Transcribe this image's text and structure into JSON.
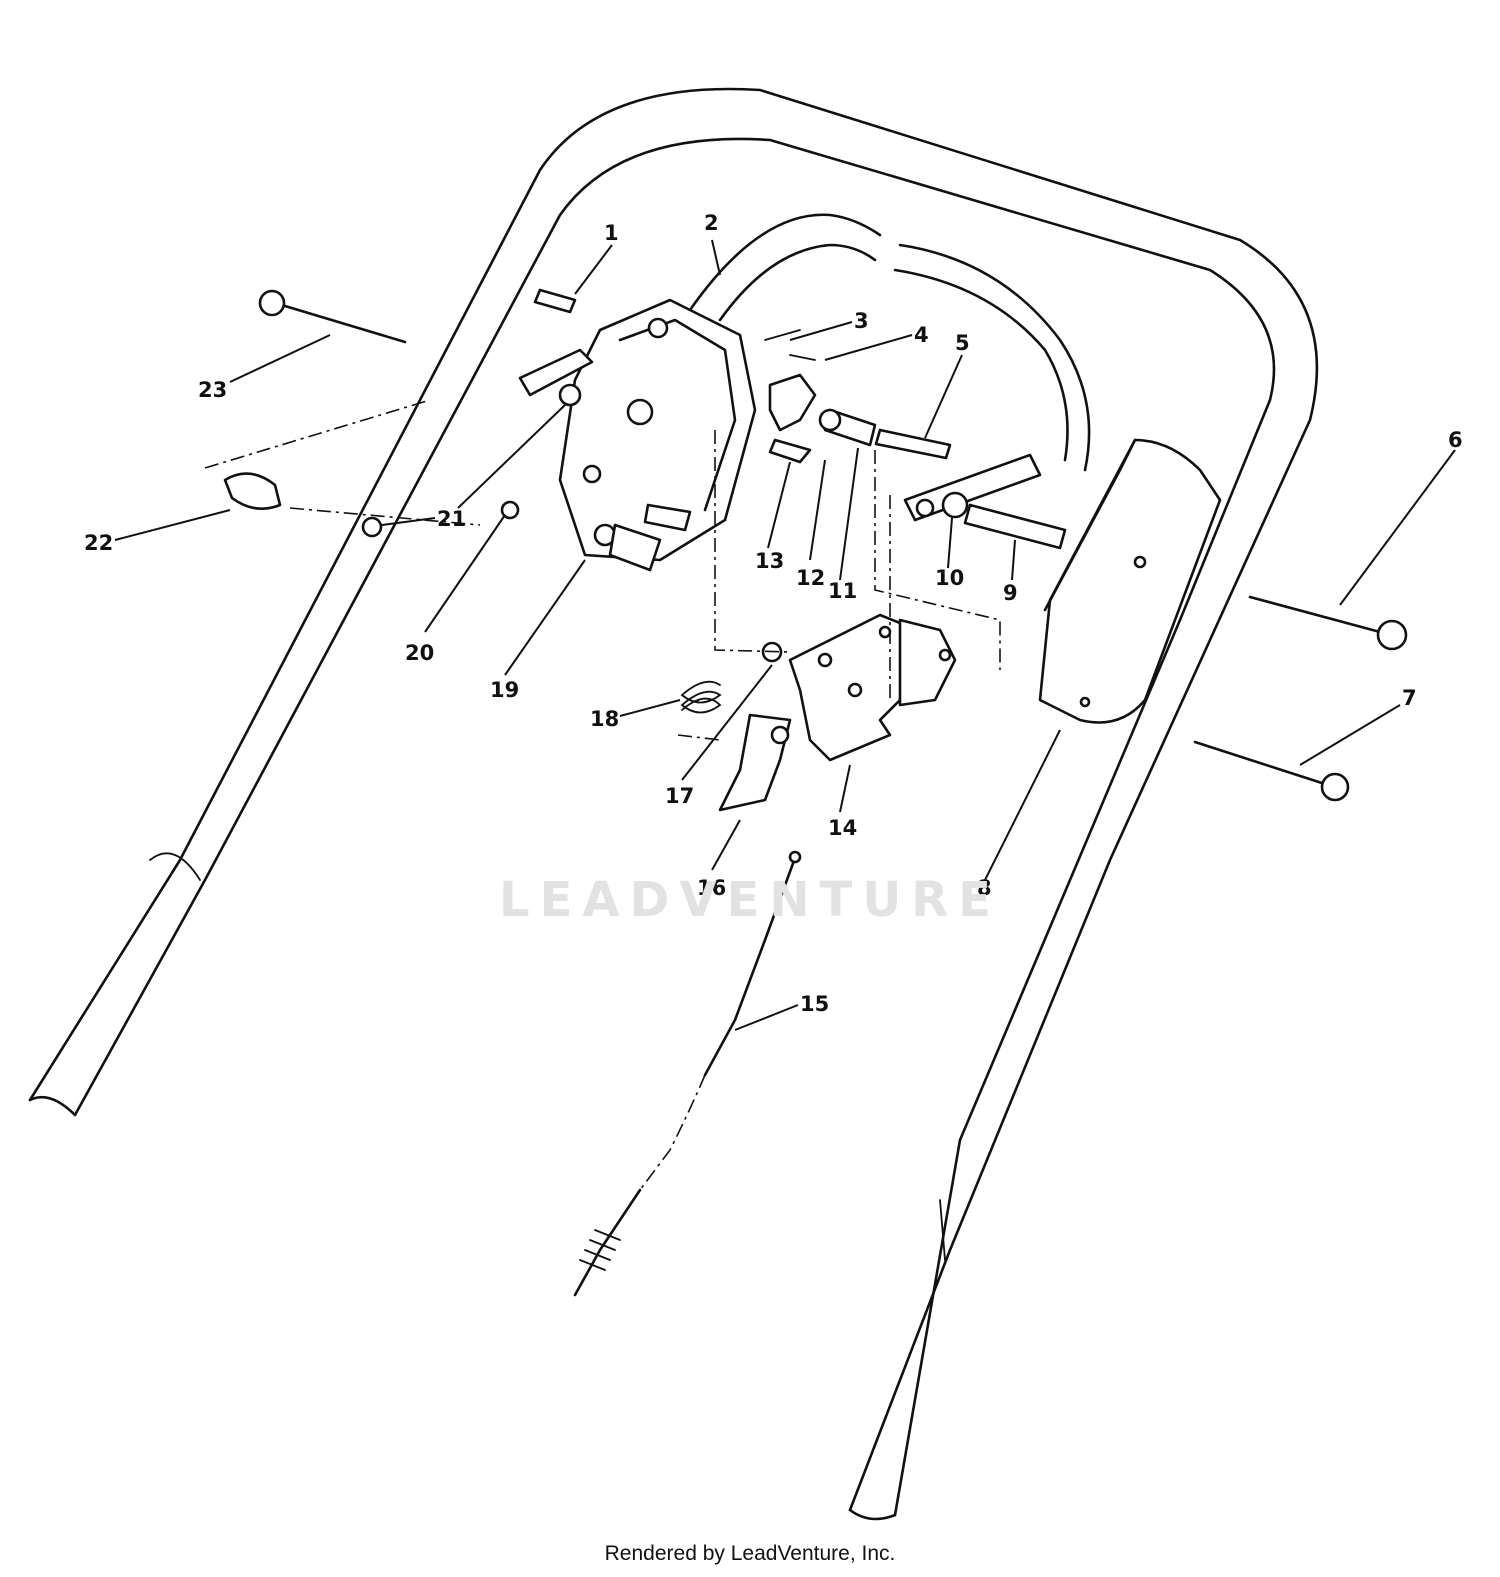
{
  "watermark": "LEADVENTURE",
  "footer": "Rendered by LeadVenture, Inc.",
  "callouts": [
    {
      "id": "1",
      "label": "1"
    },
    {
      "id": "2",
      "label": "2"
    },
    {
      "id": "3",
      "label": "3"
    },
    {
      "id": "4",
      "label": "4"
    },
    {
      "id": "5",
      "label": "5"
    },
    {
      "id": "6",
      "label": "6"
    },
    {
      "id": "7",
      "label": "7"
    },
    {
      "id": "8",
      "label": "8"
    },
    {
      "id": "9",
      "label": "9"
    },
    {
      "id": "10",
      "label": "10"
    },
    {
      "id": "11",
      "label": "11"
    },
    {
      "id": "12",
      "label": "12"
    },
    {
      "id": "13",
      "label": "13"
    },
    {
      "id": "14",
      "label": "14"
    },
    {
      "id": "15",
      "label": "15"
    },
    {
      "id": "16",
      "label": "16"
    },
    {
      "id": "17",
      "label": "17"
    },
    {
      "id": "18",
      "label": "18"
    },
    {
      "id": "19",
      "label": "19"
    },
    {
      "id": "20",
      "label": "20"
    },
    {
      "id": "21",
      "label": "21"
    },
    {
      "id": "22",
      "label": "22"
    },
    {
      "id": "23",
      "label": "23"
    }
  ]
}
